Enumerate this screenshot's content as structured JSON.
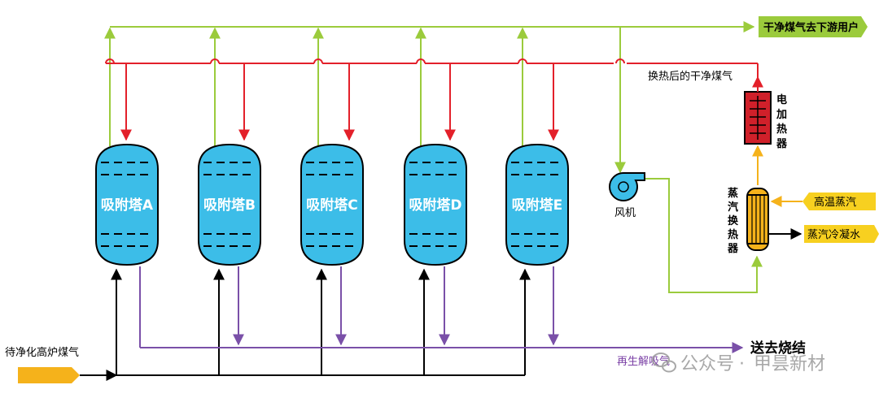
{
  "colors": {
    "clean_gas": "#9bcb3c",
    "hot_gas": "#e3202a",
    "raw_gas": "#000000",
    "desorption": "#7a50a8",
    "tower_fill": "#3cbde8",
    "heater_fill": "#d0202a",
    "exchanger_fill": "#f5b21b",
    "label_box_fill": "#f7d020",
    "steam_arrow": "#f5b21b"
  },
  "towers": [
    {
      "label": "吸附塔A"
    },
    {
      "label": "吸附塔B"
    },
    {
      "label": "吸附塔C"
    },
    {
      "label": "吸附塔D"
    },
    {
      "label": "吸附塔E"
    }
  ],
  "labels": {
    "clean_gas_out": "干净煤气去下游用户",
    "heated_clean_gas": "换热后的干净煤气",
    "electric_heater": [
      "电",
      "加",
      "热",
      "器"
    ],
    "fan": "风机",
    "steam_exchanger": [
      "蒸",
      "汽",
      "换",
      "热",
      "器"
    ],
    "high_temp_steam": "高温蒸汽",
    "steam_condensate": "蒸汽冷凝水",
    "raw_gas_in": "待净化高炉煤气",
    "to_sintering": "送去烧结",
    "regen_gas": "再生解吸气"
  },
  "watermark": {
    "channel": "公众号",
    "separator": "·",
    "name": "甲昙新材",
    "icon": "wechat-icon"
  }
}
